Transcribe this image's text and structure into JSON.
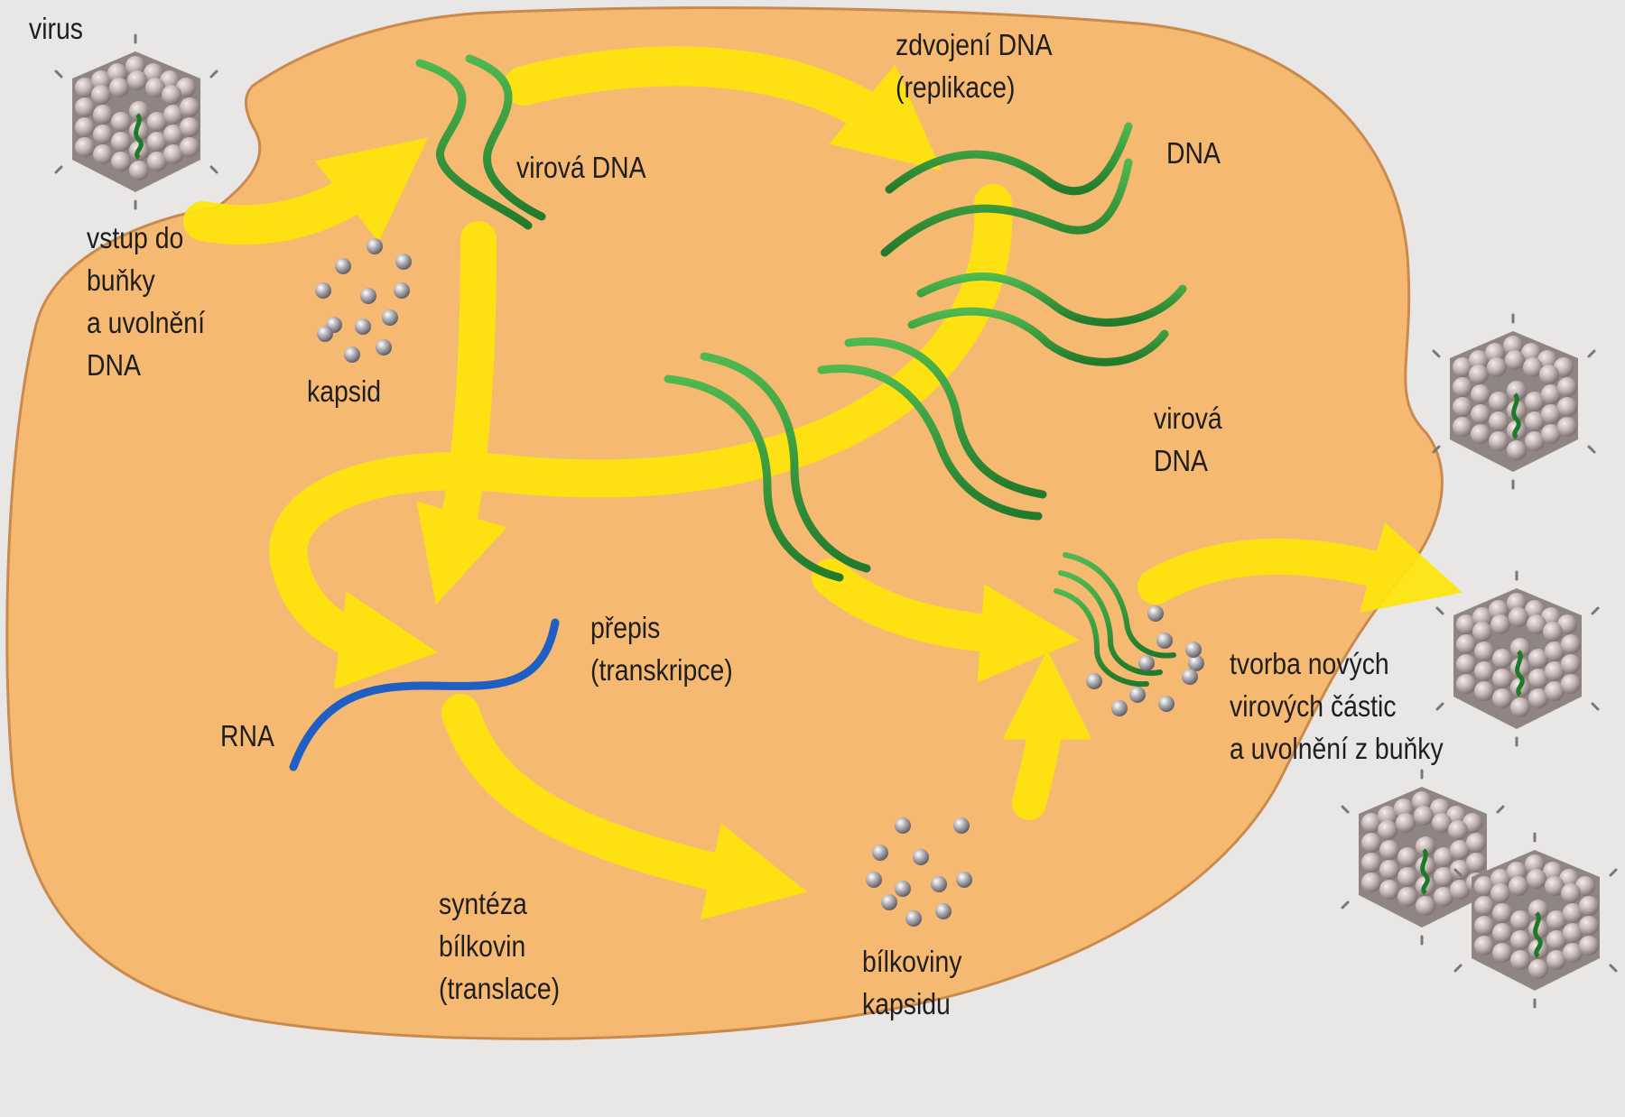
{
  "labels": {
    "virus": "virus",
    "entry": [
      "vstup do",
      "buňky",
      "a uvolnění",
      "DNA"
    ],
    "capsid": "kapsid",
    "viral_dna_top": "virová DNA",
    "replication": [
      "zdvojení DNA",
      "(replikace)"
    ],
    "dna": "DNA",
    "viral_dna_right": [
      "virová",
      "DNA"
    ],
    "transcription": [
      "přepis",
      "(transkripce)"
    ],
    "rna": "RNA",
    "translation": [
      "syntéza",
      "bílkovin",
      "(translace)"
    ],
    "capsid_proteins": [
      "bílkoviny",
      "kapsidu"
    ],
    "assembly": [
      "tvorba nových",
      "virových částic",
      "a uvolnění z buňky"
    ]
  },
  "colors": {
    "background": "#e9e7e6",
    "cell": "#f6b972",
    "cell_outline": "#c98a4d",
    "arrow": "#ffe50c",
    "dna": "#2f9a3b",
    "rna": "#1f5fc4",
    "protein": "#8e8c91",
    "virus": "#c2b7b6"
  },
  "icons": [
    "virus-particle-icon"
  ]
}
